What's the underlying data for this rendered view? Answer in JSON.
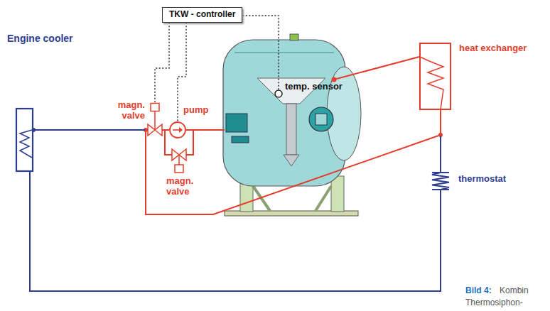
{
  "diagram": {
    "nodes": [
      {
        "text": [
          "TKW - controller"
        ]
      },
      {
        "text": [
          "Engine cooler"
        ]
      },
      {
        "text": [
          "magn. valve"
        ]
      },
      {
        "text": [
          "pump"
        ]
      },
      {
        "text": [
          "magn. valve"
        ]
      },
      {
        "text": [
          "temp. sensor"
        ]
      },
      {
        "text": [
          "heat exchanger"
        ]
      },
      {
        "text": [
          "thermostat"
        ]
      }
    ],
    "edges": [
      {
        "from": 0,
        "to": 2,
        "arrow": "none"
      },
      {
        "from": 0,
        "to": 3,
        "arrow": "none"
      },
      {
        "from": 0,
        "to": 5,
        "arrow": "none"
      },
      {
        "from": 1,
        "to": 2,
        "arrow": "none"
      },
      {
        "from": 2,
        "to": 3,
        "arrow": "none"
      },
      {
        "from": 2,
        "to": 4,
        "arrow": "none"
      },
      {
        "from": 3,
        "to": 4,
        "arrow": "none"
      },
      {
        "from": 6,
        "to": 7,
        "arrow": "none"
      },
      {
        "from": 7,
        "to": 1,
        "arrow": "none"
      },
      {
        "from": 6,
        "to": 2,
        "arrow": "none"
      }
    ],
    "labels": [
      "Bild 4:",
      "Kombin",
      "Thermosiphon-"
    ]
  }
}
